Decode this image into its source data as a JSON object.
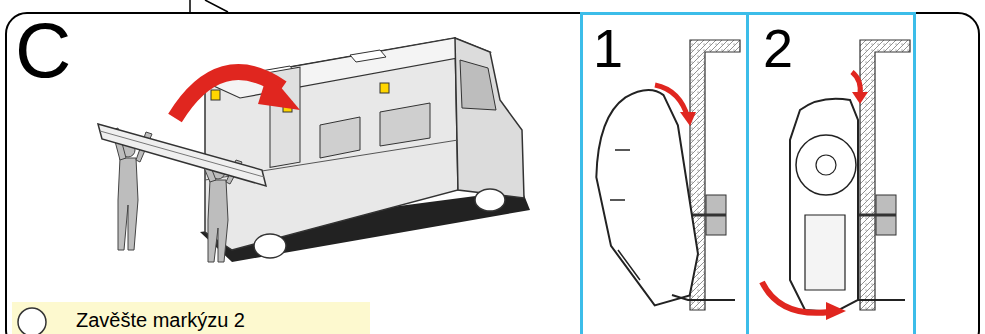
{
  "diagram": {
    "nodes": [
      {
        "text": [
          "C"
        ]
      },
      {
        "text": [
          "1"
        ],
        "in": 0
      },
      {
        "text": [
          "2"
        ],
        "in": 0
      },
      {
        "text": [
          "Zavěšte markýzu 2"
        ],
        "in": 0
      }
    ]
  }
}
